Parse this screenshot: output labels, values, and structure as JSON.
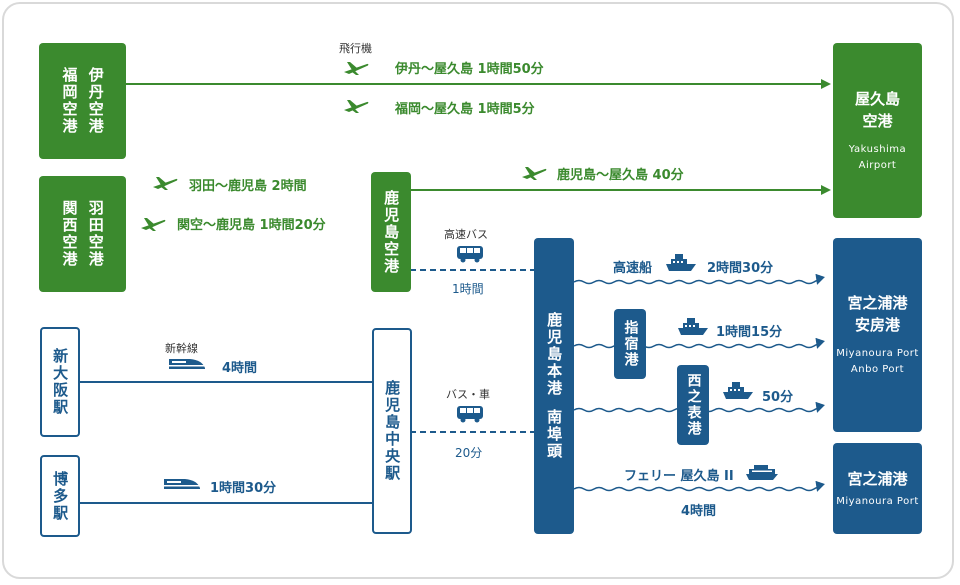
{
  "nodes": {
    "fukuoka_airport": "福岡空港",
    "itami_airport": "伊丹空港",
    "kansai_airport": "関西空港",
    "haneda_airport": "羽田空港",
    "kagoshima_airport": "鹿児島空港",
    "yakushima_airport": {
      "name_line1": "屋久島",
      "name_line2": "空港",
      "en_line1": "Yakushima",
      "en_line2": "Airport"
    },
    "shin_osaka": "新大阪駅",
    "hakata": "博多駅",
    "kagoshima_chuo": "鹿児島中央駅",
    "kagoshima_port": {
      "line1": "鹿児島本港",
      "line2": "南埠頭"
    },
    "ibusuki_port": "指宿港",
    "nishinoomote_port": "西之表港",
    "miyanoura_anbo": {
      "name_line1": "宮之浦港",
      "name_line2": "安房港",
      "en_line1": "Miyanoura Port",
      "en_line2": "Anbo Port"
    },
    "miyanoura": {
      "name": "宮之浦港",
      "en": "Miyanoura Port"
    }
  },
  "routes": {
    "airplane_caption": "飛行機",
    "itami_yakushima": "伊丹〜屋久島  1時間50分",
    "fukuoka_yakushima": "福岡〜屋久島  1時間5分",
    "haneda_kagoshima": "羽田〜鹿児島  2時間",
    "kansai_kagoshima": "関空〜鹿児島  1時間20分",
    "kagoshima_yakushima": "鹿児島〜屋久島 40分",
    "highway_bus_caption": "高速バス",
    "highway_bus_time": "1時間",
    "bus_car_caption": "バス・車",
    "bus_car_time": "20分",
    "shinkansen_caption": "新幹線",
    "shin_osaka_time": "4時間",
    "hakata_time": "1時間30分",
    "highspeed_boat_caption": "高速船",
    "highspeed_boat_time": "2時間30分",
    "ibusuki_time": "1時間15分",
    "nishinoomote_time": "50分",
    "ferry_caption": "フェリー 屋久島 II",
    "ferry_time": "4時間"
  },
  "colors": {
    "green": "#3b8a2e",
    "blue": "#1d5a8c",
    "border": "#d9d9d9"
  }
}
